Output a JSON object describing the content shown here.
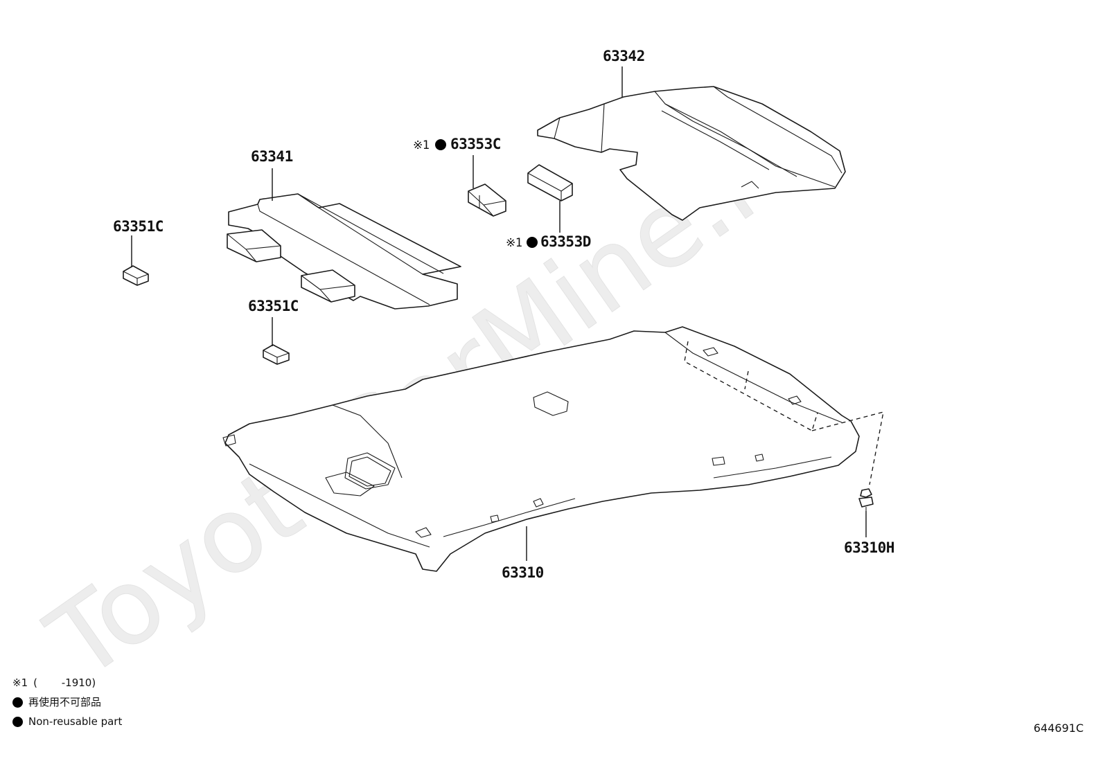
{
  "watermark": "ToyotaCarMine.ru",
  "callouts": {
    "p63342": "63342",
    "p63341": "63341",
    "p63353C": "63353C",
    "p63353D": "63353D",
    "p63351C_a": "63351C",
    "p63351C_b": "63351C",
    "p63310": "63310",
    "p63310H": "63310H"
  },
  "marks": {
    "ref_mark": "※1",
    "non_reusable_icon": "filled-circle-icon"
  },
  "legend": {
    "note_mark": "※1",
    "note_text": "(　　 -1910)",
    "jp_text": "再使用不可部品",
    "en_text": "Non-reusable part"
  },
  "reference_code": "644691C"
}
